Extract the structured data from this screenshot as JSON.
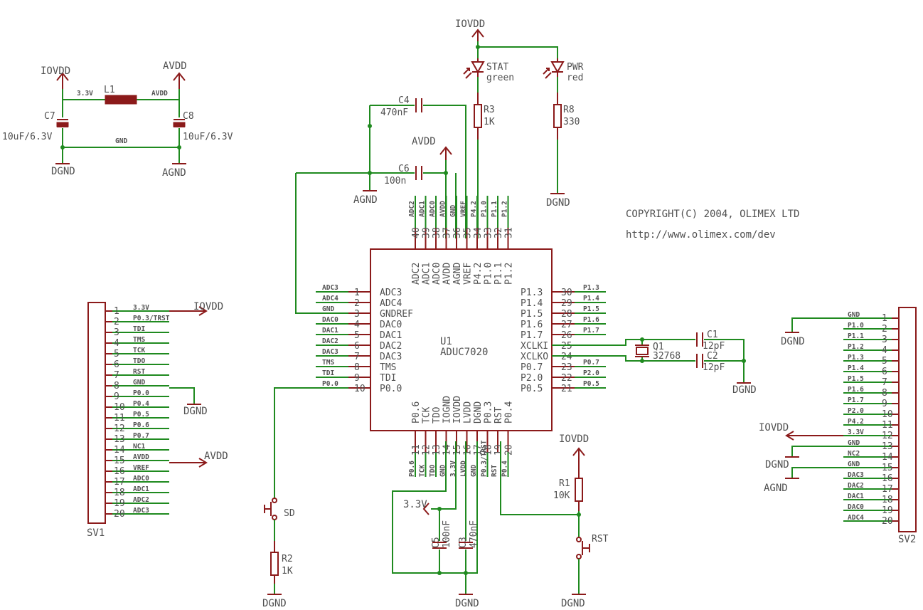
{
  "power": {
    "iovdd_left": "IOVDD",
    "avdd_left": "AVDD",
    "net_33v": "3.3V",
    "l1": "L1",
    "net_avdd": "AVDD",
    "c7": "C7",
    "c7_val": "10uF/6.3V",
    "c8": "C8",
    "c8_val": "10uF/6.3V",
    "net_gnd": "GND",
    "dgnd_left": "DGND",
    "agnd_left": "AGND"
  },
  "top": {
    "iovdd": "IOVDD",
    "stat_led": "STAT",
    "stat_color": "green",
    "pwr_led": "PWR",
    "pwr_color": "red",
    "c4": "C4",
    "c4_val": "470nF",
    "r3": "R3",
    "r3_val": "1K",
    "r8": "R8",
    "r8_val": "330",
    "avdd": "AVDD",
    "c6": "C6",
    "c6_val": "100n",
    "agnd": "AGND",
    "dgnd": "DGND"
  },
  "copyright": "COPYRIGHT(C) 2004, OLIMEX LTD",
  "url": "http://www.olimex.com/dev",
  "ic": {
    "name": "U1",
    "part": "ADUC7020",
    "top_nets": [
      "ADC2",
      "ADC1",
      "ADC0",
      "AVDD",
      "GND",
      "VREF",
      "P4.2",
      "P1.0",
      "P1.1",
      "P1.2"
    ],
    "top_nums": [
      "40",
      "39",
      "38",
      "37",
      "36",
      "35",
      "34",
      "33",
      "32",
      "31"
    ],
    "top_pins": [
      "ADC2",
      "ADC1",
      "ADC0",
      "AVDD",
      "AGND",
      "VREF",
      "P4.2",
      "P1.0",
      "P1.1",
      "P1.2"
    ],
    "left_nets": [
      "ADC3",
      "ADC4",
      "GND",
      "DAC0",
      "DAC1",
      "DAC2",
      "DAC3",
      "TMS",
      "TDI",
      "P0.0"
    ],
    "left_nums": [
      "1",
      "2",
      "3",
      "4",
      "5",
      "6",
      "7",
      "8",
      "9",
      "10"
    ],
    "left_pins": [
      "ADC3",
      "ADC4",
      "GNDREF",
      "DAC0",
      "DAC1",
      "DAC2",
      "DAC3",
      "TMS",
      "TDI",
      "P0.0"
    ],
    "right_pins": [
      "P1.3",
      "P1.4",
      "P1.5",
      "P1.6",
      "P1.7",
      "XCLKI",
      "XCLKO",
      "P0.7",
      "P2.0",
      "P0.5"
    ],
    "right_nums": [
      "30",
      "29",
      "28",
      "27",
      "26",
      "25",
      "24",
      "23",
      "22",
      "21"
    ],
    "right_nets": [
      "P1.3",
      "P1.4",
      "P1.5",
      "P1.6",
      "P1.7",
      "",
      "",
      "P0.7",
      "P2.0",
      "P0.5"
    ],
    "bottom_pins": [
      "P0.6",
      "TCK",
      "TDO",
      "IOGND",
      "IOVDD",
      "LVDD",
      "DGND",
      "P0.3",
      "RST",
      "P0.4"
    ],
    "bottom_nums": [
      "11",
      "12",
      "13",
      "14",
      "15",
      "16",
      "17",
      "18",
      "19",
      "20"
    ],
    "bottom_nets": [
      "P0.6",
      "TCK",
      "TDO",
      "GND",
      "3.3V",
      "LVDD",
      "GND",
      "P0.3/TRST",
      "RST",
      "P0.4"
    ]
  },
  "crystal": {
    "q1": "Q1",
    "q1_val": "32768",
    "c1": "C1",
    "c1_val": "12pF",
    "c2": "C2",
    "c2_val": "12pF",
    "dgnd": "DGND"
  },
  "bottom": {
    "sd": "SD",
    "r2": "R2",
    "r2_val": "1K",
    "dgnd1": "DGND",
    "v33": "3.3V",
    "c5": "C5",
    "c5_val": "100nF",
    "c3": "C3",
    "c3_val": "470nF",
    "dgnd2": "DGND",
    "iovdd": "IOVDD",
    "r1": "R1",
    "r1_val": "10K",
    "rst": "RST",
    "dgnd3": "DGND"
  },
  "sv1": {
    "name": "SV1",
    "iovdd": "IOVDD",
    "dgnd": "DGND",
    "avdd": "AVDD",
    "nums": [
      "1",
      "2",
      "3",
      "4",
      "5",
      "6",
      "7",
      "8",
      "9",
      "10",
      "11",
      "12",
      "13",
      "14",
      "15",
      "16",
      "17",
      "18",
      "19",
      "20"
    ],
    "nets": [
      "3.3V",
      "P0.3/TRST",
      "TDI",
      "TMS",
      "TCK",
      "TDO",
      "RST",
      "GND",
      "P0.0",
      "P0.4",
      "P0.5",
      "P0.6",
      "P0.7",
      "NC1",
      "AVDD",
      "VREF",
      "ADC0",
      "ADC1",
      "ADC2",
      "ADC3"
    ]
  },
  "sv2": {
    "name": "SV2",
    "dgnd": "DGND",
    "iovdd": "IOVDD",
    "dgnd2": "DGND",
    "agnd": "AGND",
    "nums": [
      "1",
      "2",
      "3",
      "4",
      "5",
      "6",
      "7",
      "8",
      "9",
      "10",
      "11",
      "12",
      "13",
      "14",
      "15",
      "16",
      "17",
      "18",
      "19",
      "20"
    ],
    "nets": [
      "GND",
      "P1.0",
      "P1.1",
      "P1.2",
      "P1.3",
      "P1.4",
      "P1.5",
      "P1.6",
      "P1.7",
      "P2.0",
      "P4.2",
      "3.3V",
      "GND",
      "NC2",
      "GND",
      "DAC3",
      "DAC2",
      "DAC1",
      "DAC0",
      "ADC4"
    ]
  }
}
